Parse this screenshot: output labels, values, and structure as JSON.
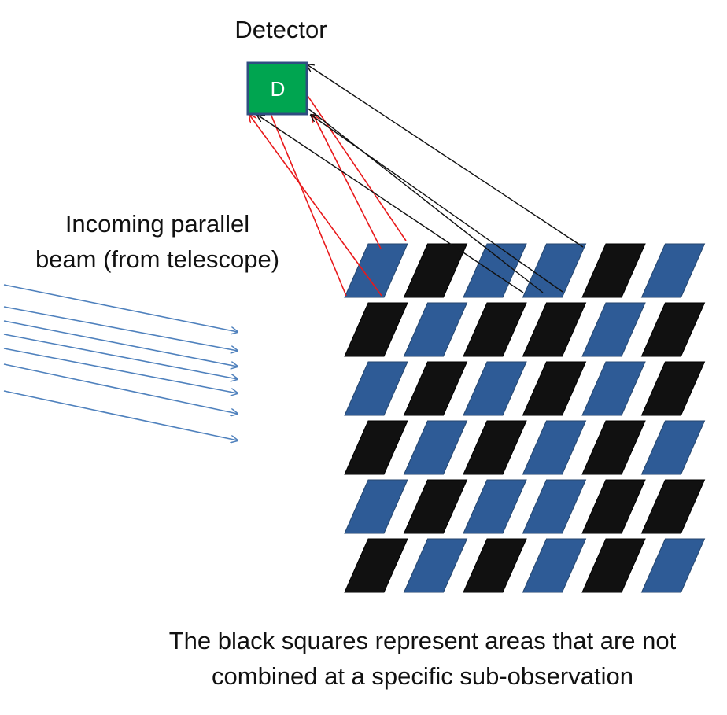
{
  "detector": {
    "title": "Detector",
    "letter": "D",
    "fill_color": "#00a550",
    "border_color": "#2f4d80"
  },
  "beam": {
    "label_lines": [
      "Incoming parallel",
      "beam (from telescope)"
    ],
    "arrow_color": "#4f81bd",
    "arrow_count": 7
  },
  "grid": {
    "rows": 6,
    "cols": 6,
    "blue_color": "#2e5b96",
    "black_color": "#111111",
    "pattern": [
      [
        "blue",
        "black",
        "blue",
        "blue",
        "black",
        "blue"
      ],
      [
        "black",
        "blue",
        "black",
        "black",
        "blue",
        "black"
      ],
      [
        "blue",
        "black",
        "blue",
        "black",
        "blue",
        "black"
      ],
      [
        "black",
        "blue",
        "black",
        "blue",
        "black",
        "blue"
      ],
      [
        "blue",
        "black",
        "blue",
        "blue",
        "black",
        "black"
      ],
      [
        "black",
        "blue",
        "black",
        "blue",
        "black",
        "blue"
      ]
    ]
  },
  "reflections": {
    "red_color": "#e8191b",
    "black_color": "#111111",
    "red_count": 4,
    "black_count": 4
  },
  "caption": {
    "lines": [
      "The black squares represent areas that are not",
      "combined at a specific sub-observation"
    ]
  }
}
